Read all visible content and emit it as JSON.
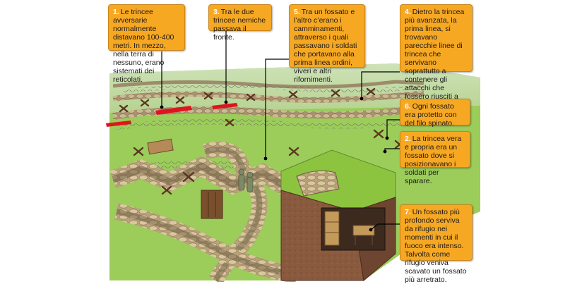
{
  "callouts": [
    {
      "num": "1.",
      "text": "Le trincee avversarie normalmente distavano 100-400 metri. In mezzo, nella terra di nessuno, erano sistemati dei reticolati."
    },
    {
      "num": "3.",
      "text": "Tra le due trincee nemiche passava il fronte."
    },
    {
      "num": "5.",
      "text": "Tra un fossato e l’altro c’erano i camminamenti, attraverso i quali passavano i soldati che portavano alla prima linea ordini, viveri e altri rifornimenti."
    },
    {
      "num": "4.",
      "text": "Dietro la trincea più avanzata, la prima linea, si trovavano parecchie linee di trincea che servivano soprattutto a contenere gli attacchi che fossero riusciti a superare la prima linea."
    },
    {
      "num": "6.",
      "text": "Ogni fossato era protetto con del filo spinato."
    },
    {
      "num": "2.",
      "text": "La trincea vera e propria era un fossato dove si posizionavano i soldati per sparare."
    },
    {
      "num": "7.",
      "text": "Un fossato più profondo serviva da rifugio nei momenti in cui il fuoco era intenso. Talvolta come rifugio veniva scavato un fossato più arretrato."
    }
  ],
  "colors": {
    "callout_bg": "#f7a823",
    "leader": "#000000",
    "marker": "#e0141e",
    "grass": "#8cc440"
  }
}
